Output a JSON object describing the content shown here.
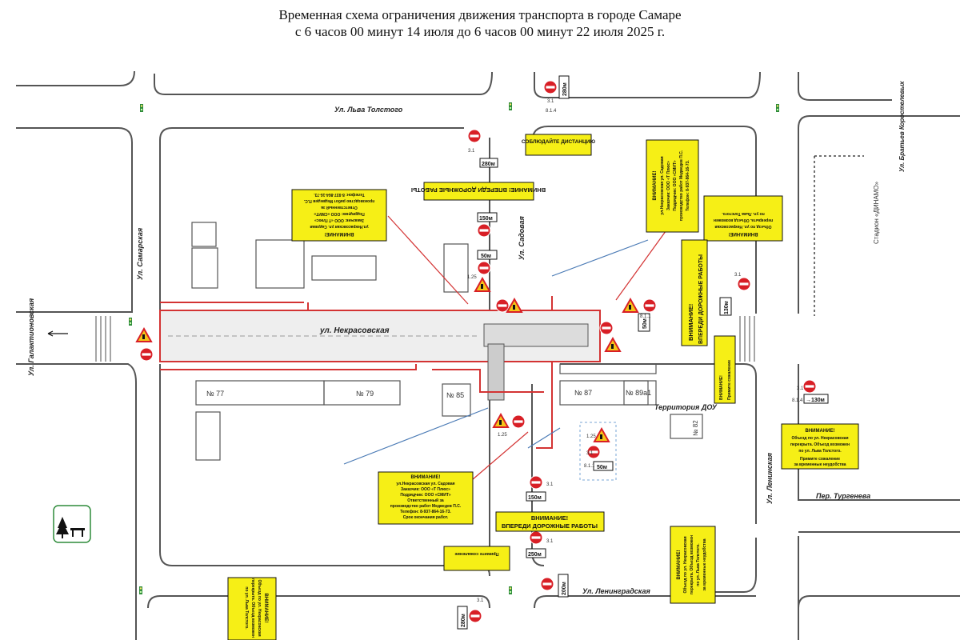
{
  "title": {
    "line1": "Временная схема ограничения движения транспорта в городе Самаре",
    "line2": "с 6 часов 00 минут 14 июля до 6 часов 00 минут 22 июля 2025 г."
  },
  "streets": {
    "tolstoy": "Ул. Льва Толстого",
    "samarskaya": "Ул. Самарская",
    "galaktionovskaya": "Ул. Галактионовская",
    "nekrasovskaya": "ул. Некрасовская",
    "sadovaya": "Ул. Садовая",
    "leninskaya": "Ул. Ленинская",
    "turgenev": "Пер. Тургенева",
    "leningradskaya": "Ул. Ленинградская",
    "br_korostelevyh": "Ул. Братьев Коростелевых",
    "stadium": "Стадион «ДИНАМО»"
  },
  "buildings": {
    "b77": "№ 77",
    "b79": "№ 79",
    "b85": "№ 85",
    "b87": "№ 87",
    "b89": "№ 89а1",
    "dou": "Территория ДОУ",
    "b82": "№ 82"
  },
  "notices": {
    "distance": "СОБЛЮДАЙТЕ ДИСТАНЦИЮ",
    "attention": "ВНИМАНИЕ!",
    "roadworks": "ВПЕРЕДИ ДОРОЖНЫЕ РАБОТЫ",
    "roadworks_full": "ВНИМАНИЕ! ВПЕРЕДИ ДОРОЖНЫЕ РАБОТЫ",
    "info_l1": "ул.Некрасовская ул. Садовая",
    "info_l2": "Заказчик: ООО «Т Плюс»",
    "info_l3": "Подрядчик: ООО «СМИТ»",
    "info_l4": "Ответственный за",
    "info_l5": "производство работ Медведев П.С.",
    "info_l6": "Телефон: 8-937-864-16-73.",
    "info_l7": "Срок окончания работ.",
    "detour_l1": "Объезд по ул. Некрасовская",
    "detour_l2": "перекрыта. Объезд возможен",
    "detour_l3": "по ул. Льва Толстого.",
    "detour_l4": "Примите сожаление",
    "detour_l5": "за временные неудобства"
  },
  "plates": {
    "p280": "280м",
    "p150": "150м",
    "p50": "50м",
    "p250": "250м",
    "p130": "130м",
    "p130b": "→130м",
    "p200": "200м"
  },
  "sign_codes": {
    "s31": "3.1",
    "s81": "8.1.1",
    "s814": "8.1.4",
    "s125": "1.25"
  },
  "colors": {
    "road_outline": "#555555",
    "restriction": "#d33333",
    "notice_fill": "#f6ef16",
    "sign_red": "#d81f26",
    "sign_yellow": "#f5c518",
    "pedestrian": "#4a7ab5"
  },
  "icons": {
    "park": "park-tree-bench-icon",
    "no_entry": "no-entry-icon",
    "roadworks": "roadworks-warning-icon",
    "traffic_light": "traffic-light-icon"
  }
}
